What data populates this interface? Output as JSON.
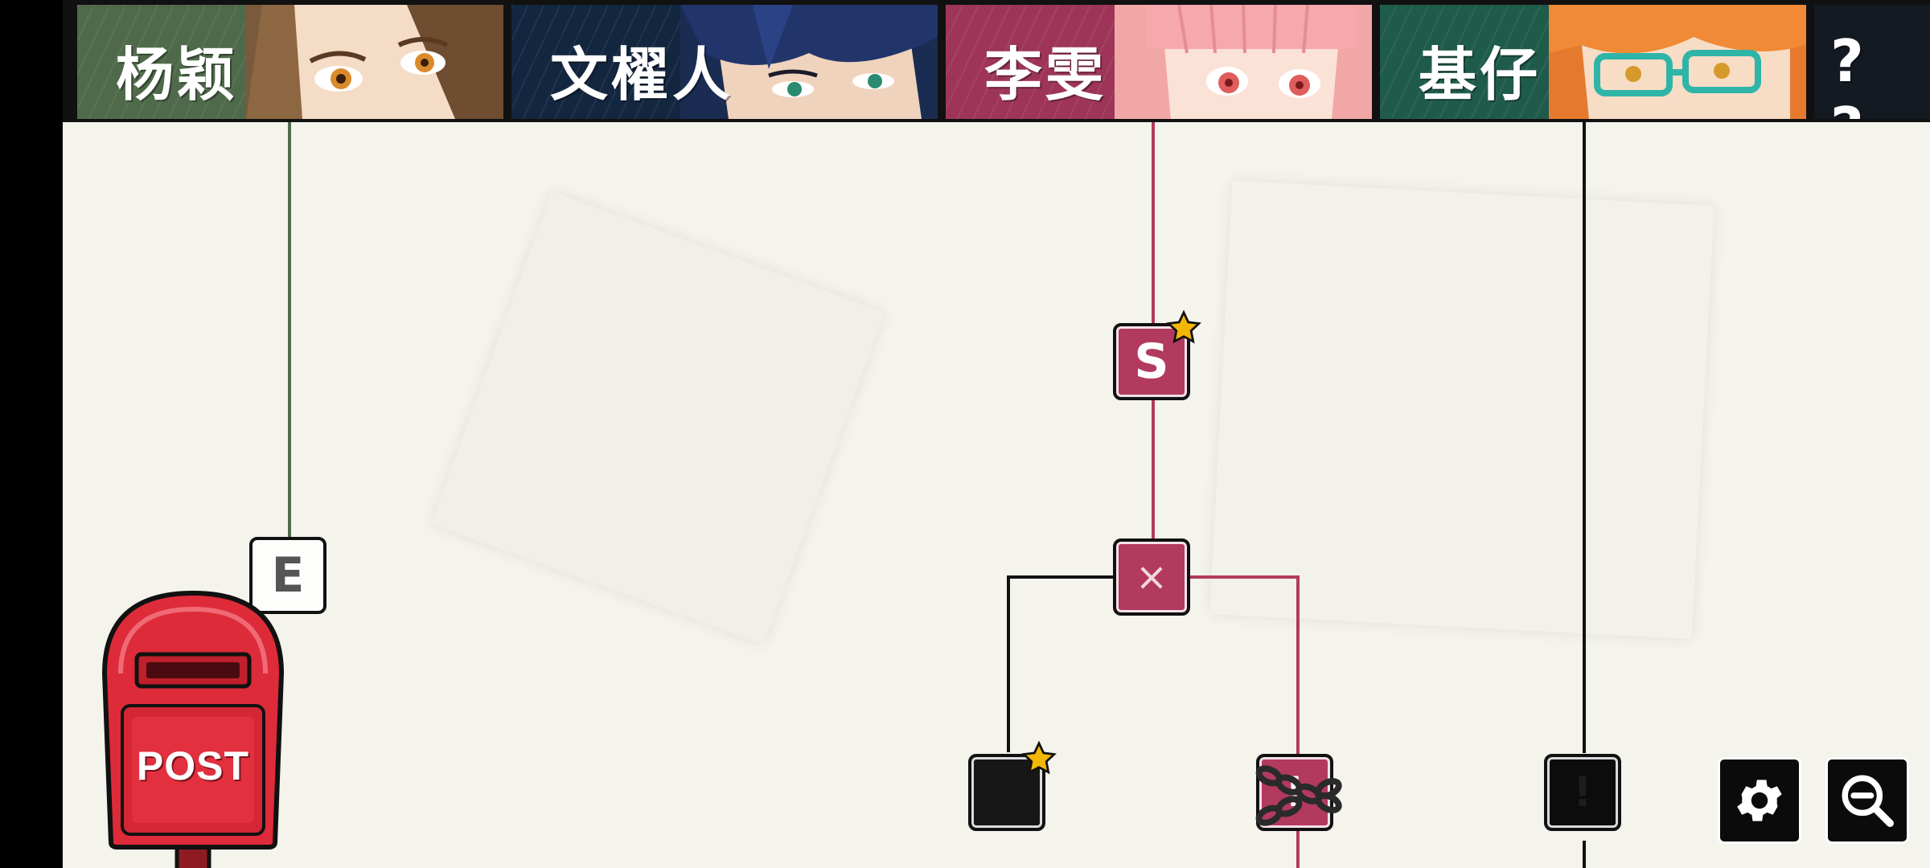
{
  "characters": [
    {
      "name": "杨颖",
      "color": "#4f6a4a"
    },
    {
      "name": "文櫂人",
      "color": "#13263f"
    },
    {
      "name": "李雯",
      "color": "#9e3558"
    },
    {
      "name": "基仔",
      "color": "#1f5b4b"
    },
    {
      "name": "? ?",
      "color": "#141a22"
    }
  ],
  "nodes": {
    "e_label": "E",
    "s_label": "S",
    "x_label": "×",
    "exclaim_label": "!",
    "locked_label": "!"
  },
  "mailbox": {
    "label": "POST"
  },
  "colors": {
    "route_green": "#4f6a4a",
    "route_pink": "#b23a5e",
    "route_black": "#111111",
    "accent_star": "#f2b705"
  },
  "icons": [
    "gear-icon",
    "zoom-out-icon",
    "star-icon",
    "chain-lock-icon",
    "mailbox-icon"
  ]
}
